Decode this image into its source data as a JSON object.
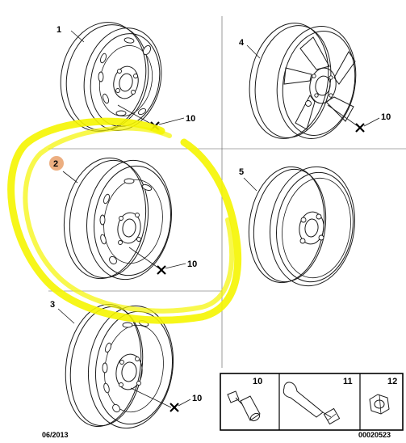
{
  "callouts": {
    "wheel_1": "1",
    "wheel_2": "2",
    "wheel_3": "3",
    "wheel_4": "4",
    "wheel_5": "5",
    "nut_1": "10",
    "nut_2": "10",
    "nut_3": "10",
    "nut_4": "10",
    "part_10": "10",
    "part_11": "11",
    "part_12": "12"
  },
  "footer": {
    "date": "06/2013",
    "ref": "00020523"
  },
  "colors": {
    "highlight": "#f5f500",
    "marker": "#e9a06a"
  },
  "icons": {
    "cross_marker": "cross-icon",
    "highlight_marker": "circle-marker"
  }
}
